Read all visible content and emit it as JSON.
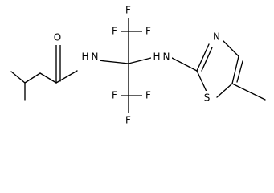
{
  "molecule": {
    "atoms": {
      "oxygen": "O",
      "amide_nitrogen": "N",
      "amide_hydrogen": "H",
      "amine_nitrogen": "N",
      "amine_hydrogen": "H",
      "thiazole_nitrogen": "N",
      "thiazole_sulfur": "S",
      "fluorine_1": "F",
      "fluorine_2": "F",
      "fluorine_3": "F",
      "fluorine_4": "F",
      "fluorine_5": "F",
      "fluorine_6": "F"
    }
  }
}
